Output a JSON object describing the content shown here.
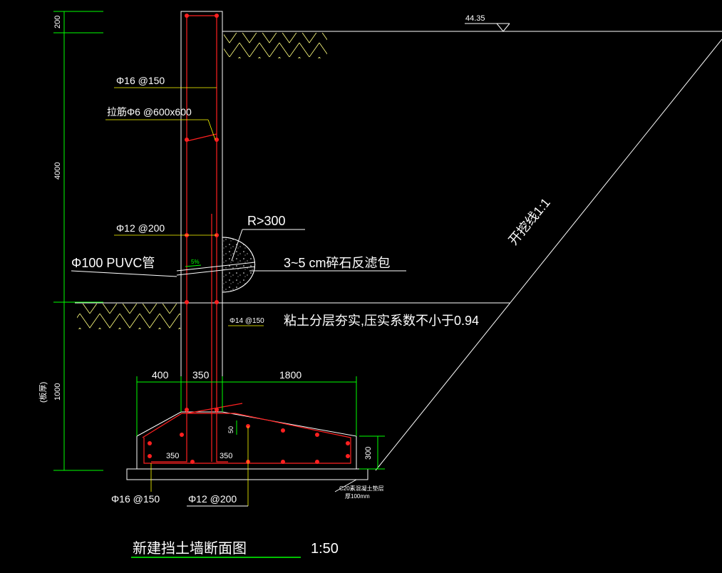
{
  "dims": {
    "top": "200",
    "wall_height": "4000",
    "base_height": "1000",
    "base_note": "(板厚)",
    "left_toe": "400",
    "stem_width": "350",
    "heel": "1800",
    "base_thickness": "300",
    "rise": "50",
    "inner_left": "350",
    "inner_right": "350"
  },
  "labels": {
    "elevation": "44.35",
    "rebar_16_150": "Φ16 @150",
    "tie_bars": "拉筋Φ6 @600x600",
    "rebar_12_200": "Φ12 @200",
    "radius": "R>300",
    "pvc_pipe": "Φ100 PUVC管",
    "slope_pct": "5%",
    "filter_bag": "3~5 cm碎石反滤包",
    "rebar_14_150": "Φ14 @150",
    "compaction": "粘土分层夯实,压实系数不小于0.94",
    "excavation": "开挖线1:1",
    "cushion_line1": "C20素混凝土垫层",
    "cushion_line2": "厚100mm",
    "bottom_rebar_16": "Φ16 @150",
    "bottom_rebar_12": "Φ12 @200"
  },
  "title": {
    "name": "新建挡土墙断面图",
    "scale": "1:50"
  },
  "colors": {
    "background": "#000000",
    "outline": "#ffffff",
    "rebar": "#ff2020",
    "dimension": "#00ff00",
    "leader": "#ffff00",
    "hatch": "#ffff80",
    "slope_mark": "#00ff00"
  }
}
